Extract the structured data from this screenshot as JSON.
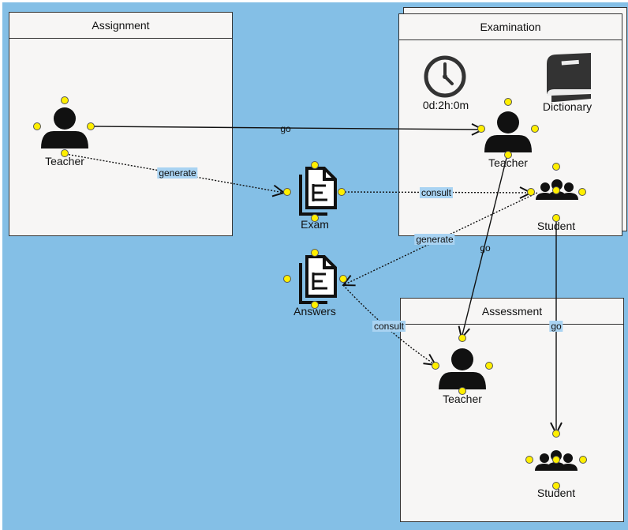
{
  "containers": {
    "assignment": "Assignment",
    "examination": "Examination",
    "assessment": "Assessment"
  },
  "examination": {
    "timer": "0d:2h:0m",
    "dictionary": "Dictionary"
  },
  "nodes": {
    "assignment_teacher": "Teacher",
    "exam": "Exam",
    "answers": "Answers",
    "exam_teacher": "Teacher",
    "exam_student": "Student",
    "assess_teacher": "Teacher",
    "assess_student": "Student"
  },
  "edges": {
    "go_1": "go",
    "generate_1": "generate",
    "consult_1": "consult",
    "generate_2": "generate",
    "go_2": "go",
    "go_3": "go",
    "consult_2": "consult"
  },
  "colors": {
    "canvas": "#84bfe6",
    "container": "#f7f6f5",
    "handle": "#ffef00",
    "label_highlight": "#a9d3f2"
  }
}
